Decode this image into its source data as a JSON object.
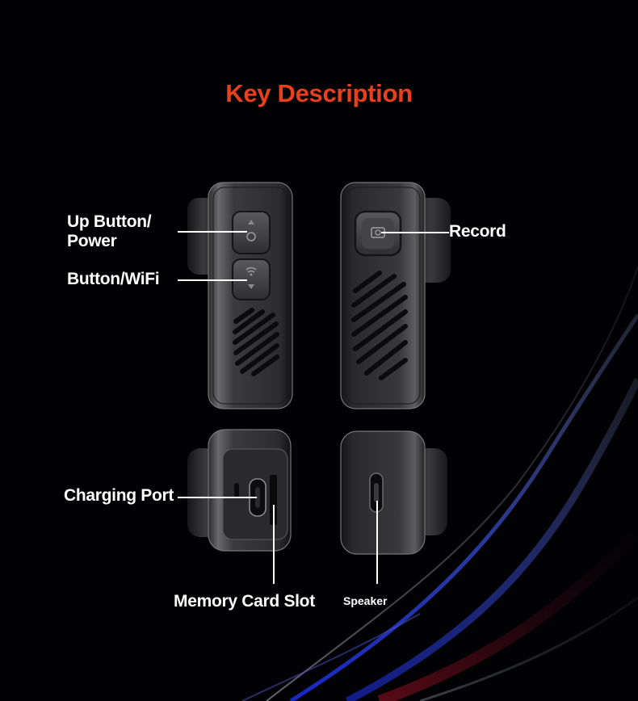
{
  "title": "Key Description",
  "accent_color": "#e8401c",
  "labels": {
    "up_power_line1": "Up Button/",
    "up_power_line2": "Power",
    "button_wifi": "Button/WiFi",
    "record": "Record",
    "charging_port": "Charging Port",
    "memory_card_slot": "Memory Card Slot",
    "speaker": "Speaker"
  }
}
